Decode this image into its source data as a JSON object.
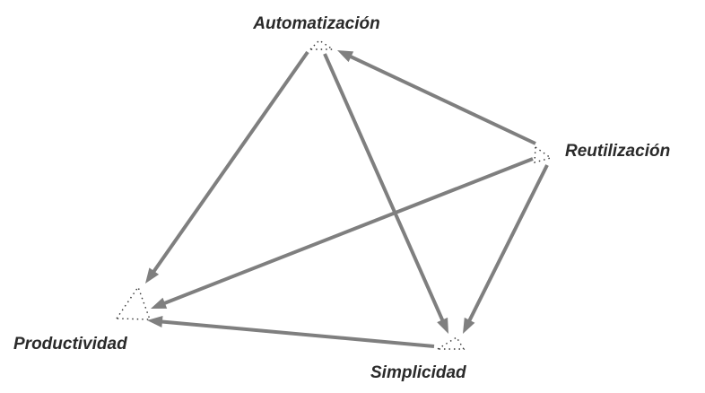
{
  "diagram": {
    "nodes": [
      {
        "id": "automatizacion",
        "label": "Automatización"
      },
      {
        "id": "reutilizacion",
        "label": "Reutilización"
      },
      {
        "id": "productividad",
        "label": "Productividad"
      },
      {
        "id": "simplicidad",
        "label": "Simplicidad"
      }
    ],
    "edges": [
      {
        "from": "automatizacion",
        "to": "productividad"
      },
      {
        "from": "automatizacion",
        "to": "simplicidad"
      },
      {
        "from": "reutilizacion",
        "to": "automatizacion"
      },
      {
        "from": "reutilizacion",
        "to": "productividad"
      },
      {
        "from": "reutilizacion",
        "to": "simplicidad"
      },
      {
        "from": "simplicidad",
        "to": "productividad"
      }
    ],
    "colors": {
      "edge": "#7f7f7f",
      "label": "#2a2a2a"
    }
  }
}
